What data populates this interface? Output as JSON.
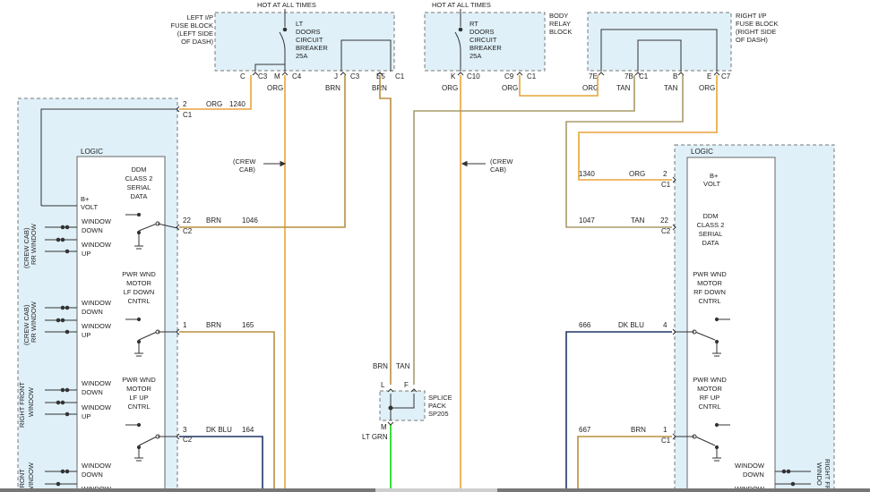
{
  "header": {
    "hot_left": "HOT AT ALL TIMES",
    "hot_right": "HOT AT ALL TIMES"
  },
  "left_fuse_block": {
    "title": [
      "LEFT I/P",
      "FUSE BLOCK",
      "(LEFT SIDE",
      "OF DASH)"
    ],
    "breaker": [
      "LT",
      "DOORS",
      "CIRCUIT",
      "BREAKER",
      "25A"
    ],
    "pins": [
      "C",
      "C3",
      "M",
      "C4",
      "J",
      "C3",
      "E5",
      "C1"
    ],
    "wire_colors": [
      "ORG",
      "BRN",
      "BRN"
    ]
  },
  "body_relay_block": {
    "title": [
      "BODY",
      "RELAY",
      "BLOCK"
    ],
    "breaker": [
      "RT",
      "DOORS",
      "CIRCUIT",
      "BREAKER",
      "25A"
    ],
    "pins": [
      "K",
      "C10",
      "C9",
      "C1"
    ],
    "wire_colors": [
      "ORG",
      "ORG"
    ]
  },
  "right_fuse_block": {
    "title": [
      "RIGHT I/P",
      "FUSE BLOCK",
      "(RIGHT SIDE",
      "OF DASH)"
    ],
    "pins": [
      "7E",
      "7B",
      "C1",
      "B",
      "E",
      "C7"
    ],
    "wire_colors": [
      "ORG",
      "TAN",
      "TAN",
      "ORG"
    ]
  },
  "crew_cab_notes": [
    "(CREW",
    "CAB)"
  ],
  "left_module": {
    "logic": "LOGIC",
    "bplus": [
      "B+",
      "VOLT"
    ],
    "ddm": [
      "DDM",
      "CLASS 2",
      "SERIAL",
      "DATA"
    ],
    "motor_down": [
      "PWR WND",
      "MOTOR",
      "LF DOWN",
      "CNTRL"
    ],
    "motor_up": [
      "PWR WND",
      "MOTOR",
      "LF UP",
      "CNTRL"
    ],
    "window_down": [
      "WINDOW",
      "DOWN"
    ],
    "window_up": [
      "WINDOW",
      "UP"
    ],
    "side_labels": [
      [
        "(CREW CAB)",
        "RR WINDOW"
      ],
      [
        "(CREW CAB)",
        "RR WINDOW"
      ],
      [
        "RIGHT FRONT",
        "WINDOW"
      ],
      [
        "FRONT",
        "WINDOW"
      ]
    ]
  },
  "left_circuits": [
    {
      "pin": "2",
      "conn": "C1",
      "color": "ORG",
      "circuit": "1240"
    },
    {
      "pin": "22",
      "conn": "C2",
      "color": "BRN",
      "circuit": "1046"
    },
    {
      "pin": "1",
      "conn": "",
      "color": "BRN",
      "circuit": "165"
    },
    {
      "pin": "3",
      "conn": "C2",
      "color": "DK BLU",
      "circuit": "164"
    }
  ],
  "right_module": {
    "logic": "LOGIC",
    "bplus": [
      "B+",
      "VOLT"
    ],
    "ddm": [
      "DDM",
      "CLASS 2",
      "SERIAL",
      "DATA"
    ],
    "motor_down": [
      "PWR WND",
      "MOTOR",
      "RF DOWN",
      "CNTRL"
    ],
    "motor_up": [
      "PWR WND",
      "MOTOR",
      "RF UP",
      "CNTRL"
    ],
    "window_down": [
      "WINDOW",
      "DOWN"
    ],
    "side_labels": [
      "RIGHT FR",
      "WINDO"
    ]
  },
  "right_circuits": [
    {
      "pin": "2",
      "conn": "C1",
      "color": "ORG",
      "circuit": "1340"
    },
    {
      "pin": "22",
      "conn": "C2",
      "color": "TAN",
      "circuit": "1047"
    },
    {
      "pin": "4",
      "conn": "",
      "color": "DK BLU",
      "circuit": "666"
    },
    {
      "pin": "1",
      "conn": "C1",
      "color": "BRN",
      "circuit": "667"
    }
  ],
  "splice": {
    "title": [
      "SPLICE",
      "PACK",
      "SP205"
    ],
    "pins": [
      "L",
      "F",
      "M"
    ],
    "in_colors": [
      "BRN",
      "TAN"
    ],
    "out_color": "LT GRN"
  },
  "colors": {
    "org": "#e8a33a",
    "brn": "#b7903f",
    "tan": "#a89b6a",
    "dkblu": "#1f3566",
    "ltgrn": "#3adf3a",
    "component_fill": "#dff0f8"
  }
}
